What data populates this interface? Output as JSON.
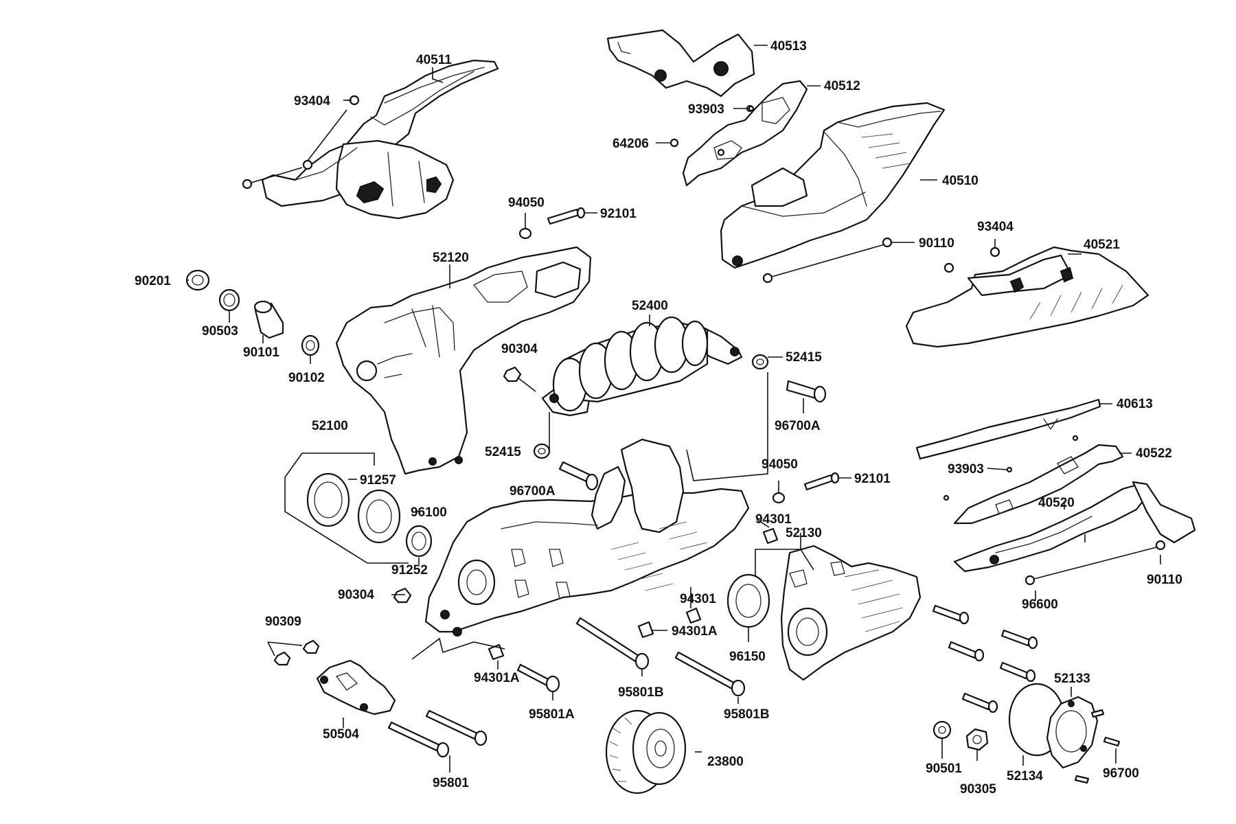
{
  "labels": [
    {
      "id": "l40511",
      "text": "40511"
    },
    {
      "id": "l93404a",
      "text": "93404"
    },
    {
      "id": "l40513",
      "text": "40513"
    },
    {
      "id": "l40512",
      "text": "40512"
    },
    {
      "id": "l93903a",
      "text": "93903"
    },
    {
      "id": "l64206",
      "text": "64206"
    },
    {
      "id": "l40510",
      "text": "40510"
    },
    {
      "id": "l94050a",
      "text": "94050"
    },
    {
      "id": "l92101a",
      "text": "92101"
    },
    {
      "id": "l90110a",
      "text": "90110"
    },
    {
      "id": "l93404b",
      "text": "93404"
    },
    {
      "id": "l40521",
      "text": "40521"
    },
    {
      "id": "l52120",
      "text": "52120"
    },
    {
      "id": "l90201",
      "text": "90201"
    },
    {
      "id": "l90503",
      "text": "90503"
    },
    {
      "id": "l90101",
      "text": "90101"
    },
    {
      "id": "l90102",
      "text": "90102"
    },
    {
      "id": "l52400",
      "text": "52400"
    },
    {
      "id": "l90304a",
      "text": "90304"
    },
    {
      "id": "l52415a",
      "text": "52415"
    },
    {
      "id": "l96700Aa",
      "text": "96700A"
    },
    {
      "id": "l40613",
      "text": "40613"
    },
    {
      "id": "l52100",
      "text": "52100"
    },
    {
      "id": "l91257",
      "text": "91257"
    },
    {
      "id": "l52415b",
      "text": "52415"
    },
    {
      "id": "l96700Ab",
      "text": "96700A"
    },
    {
      "id": "l94050b",
      "text": "94050"
    },
    {
      "id": "l92101b",
      "text": "92101"
    },
    {
      "id": "l93903b",
      "text": "93903"
    },
    {
      "id": "l40522",
      "text": "40522"
    },
    {
      "id": "l96100",
      "text": "96100"
    },
    {
      "id": "l91252",
      "text": "91252"
    },
    {
      "id": "l94301a",
      "text": "94301"
    },
    {
      "id": "l52130",
      "text": "52130"
    },
    {
      "id": "l40520",
      "text": "40520"
    },
    {
      "id": "l90304b",
      "text": "90304"
    },
    {
      "id": "l94301b",
      "text": "94301"
    },
    {
      "id": "l94301Aa",
      "text": "94301A"
    },
    {
      "id": "l90110b",
      "text": "90110"
    },
    {
      "id": "l96600",
      "text": "96600"
    },
    {
      "id": "l90309",
      "text": "90309"
    },
    {
      "id": "l96150",
      "text": "96150"
    },
    {
      "id": "l94301Ab",
      "text": "94301A"
    },
    {
      "id": "l95801B",
      "text": "95801B"
    },
    {
      "id": "l52133",
      "text": "52133"
    },
    {
      "id": "l95801A",
      "text": "95801A"
    },
    {
      "id": "l95801Bb",
      "text": "95801B"
    },
    {
      "id": "l50504",
      "text": "50504"
    },
    {
      "id": "l23800",
      "text": "23800"
    },
    {
      "id": "l95801",
      "text": "95801"
    },
    {
      "id": "l90501",
      "text": "90501"
    },
    {
      "id": "l52134",
      "text": "52134"
    },
    {
      "id": "l96700",
      "text": "96700"
    },
    {
      "id": "l90305",
      "text": "90305"
    }
  ]
}
